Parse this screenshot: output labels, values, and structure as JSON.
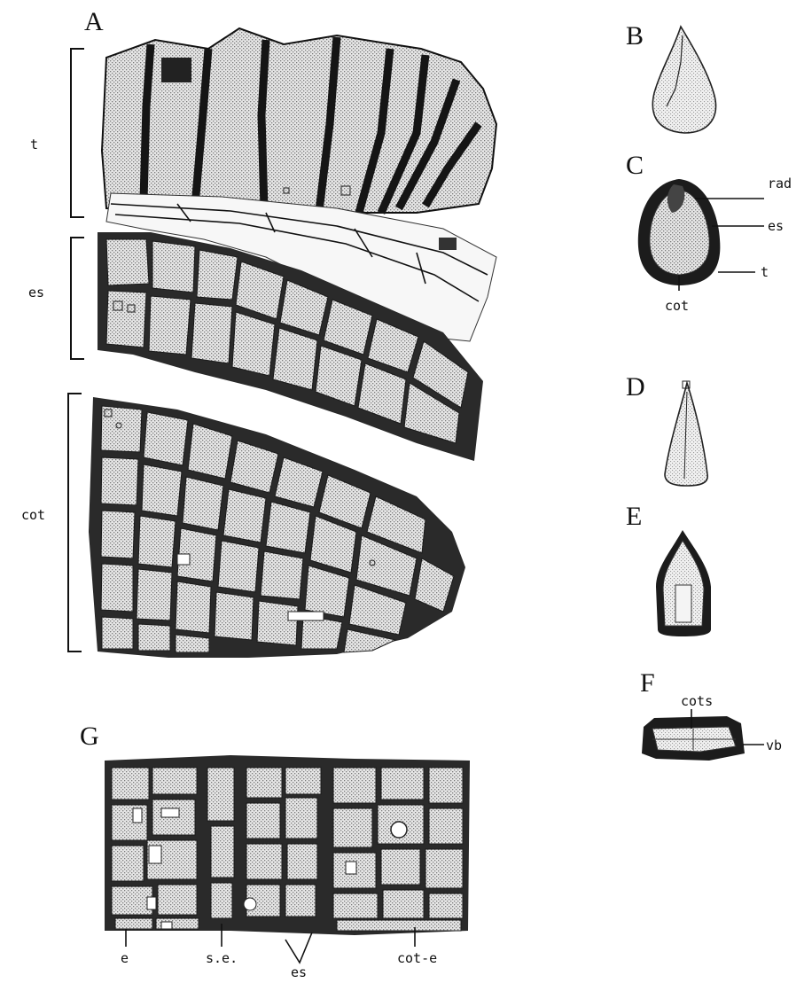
{
  "panels": {
    "A": "A",
    "B": "B",
    "C": "C",
    "D": "D",
    "E": "E",
    "F": "F",
    "G": "G"
  },
  "panel_a_labels": {
    "t": "t",
    "es": "es",
    "cot": "cot"
  },
  "panel_c_labels": {
    "rad": "rad",
    "es": "es",
    "t": "t",
    "cot": "cot"
  },
  "panel_f_labels": {
    "cots": "cots",
    "vb": "vb"
  },
  "panel_g_labels": {
    "e": "e",
    "se": "s.e.",
    "es": "es",
    "cot_e": "cot-e"
  },
  "colors": {
    "ink": "#111111",
    "stipple": "#bdbdbd",
    "cell_wall": "#2a2a2a"
  }
}
